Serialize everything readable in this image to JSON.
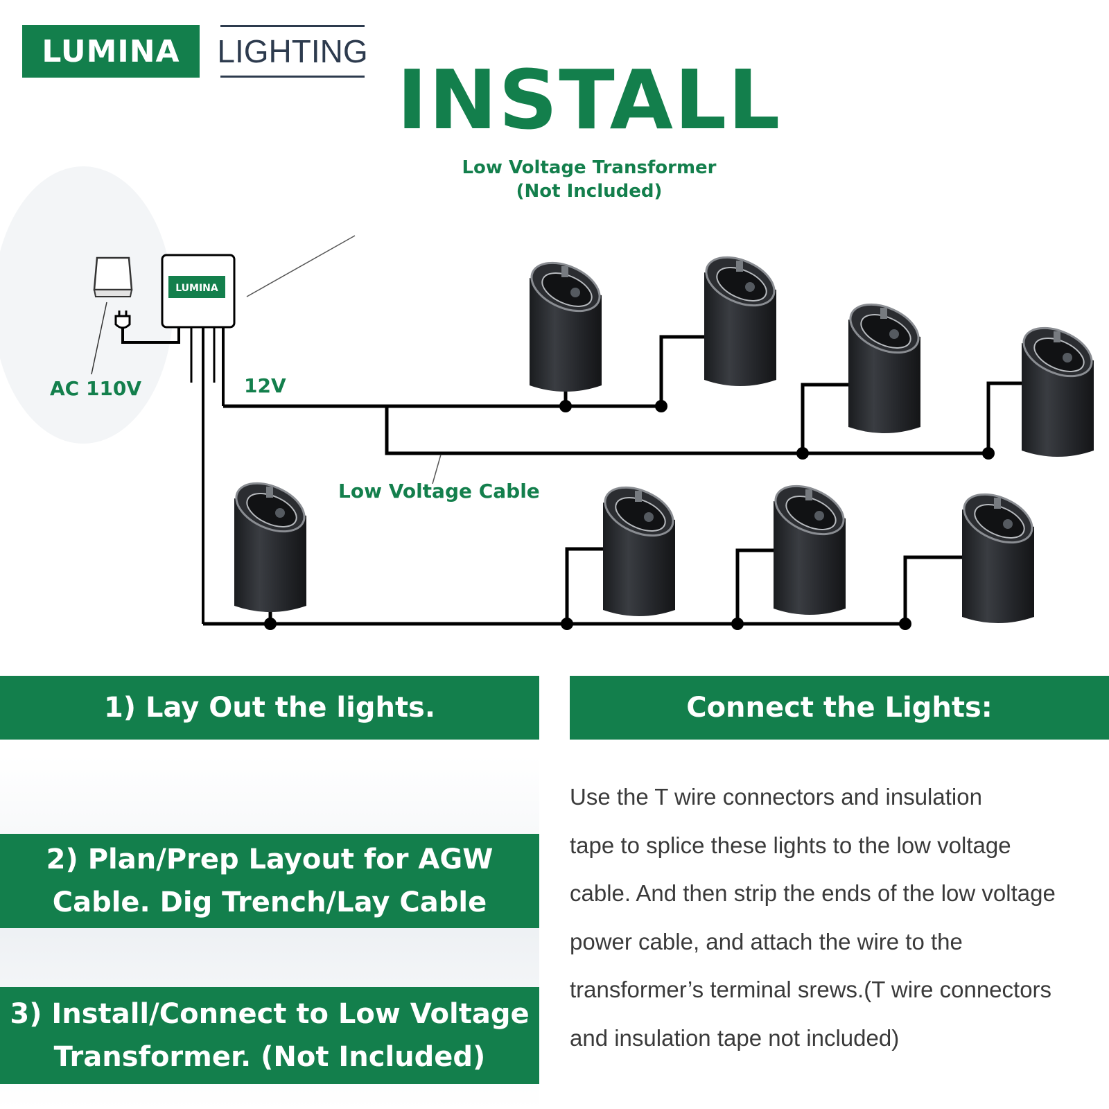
{
  "brand": {
    "name": "LUMINA",
    "sub": "LIGHTING",
    "box_label": "LUMINA"
  },
  "title": "INSTALL",
  "diagram": {
    "transformer_label_line1": "Low Voltage Transformer",
    "transformer_label_line2": "(Not Included)",
    "ac_label": "AC 110V",
    "dc_label": "12V",
    "cable_label": "Low Voltage Cable"
  },
  "steps": {
    "step1": "1)   Lay Out the lights.",
    "step2_line1": "2)   Plan/Prep Layout for AGW",
    "step2_line2": "Cable. Dig Trench/Lay Cable",
    "step3_line1": "3)  Install/Connect to Low Voltage",
    "step3_line2": "Transformer.  (Not Included)"
  },
  "connect": {
    "heading": "Connect the Lights:",
    "lines": [
      "Use the T wire connectors and insulation",
      "tape to splice these lights to the low voltage",
      "cable. And then strip the ends of the low voltage",
      "power cable, and attach the wire to the",
      "transformer’s terminal srews.(T wire connectors",
      " and insulation tape not included)"
    ]
  },
  "colors": {
    "brand_green": "#137f4c",
    "navy": "#2d3b4e",
    "light_body": "#2a2c30"
  },
  "icons": [
    "plug-icon",
    "wall-outlet-icon",
    "transformer-icon",
    "spotlight-icon"
  ]
}
